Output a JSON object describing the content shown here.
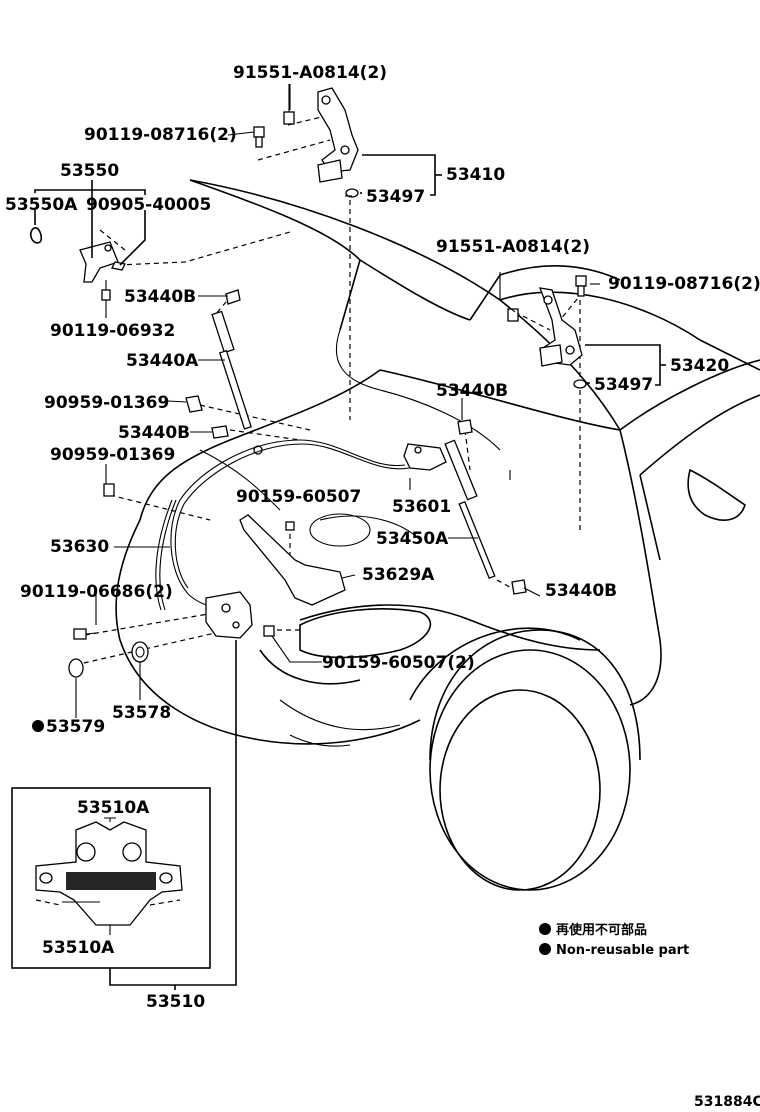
{
  "labels": {
    "l1": "91551-A0814(2)",
    "l2": "90119-08716(2)",
    "l3": "53410",
    "l4": "53497",
    "l5": "53550",
    "l6": "53550A",
    "l7": "90905-40005",
    "l8": "53440B",
    "l9": "90119-06932",
    "l10": "53440A",
    "l11": "91551-A0814(2)",
    "l12": "90119-08716(2)",
    "l13": "53420",
    "l14": "53497",
    "l15": "90959-01369",
    "l16": "53440B",
    "l17": "53440B",
    "l18": "90959-01369",
    "l19": "90159-60507",
    "l20": "53601",
    "l21": "53450A",
    "l22": "53630",
    "l23": "53629A",
    "l24": "90119-06686(2)",
    "l25": "53440B",
    "l26": "90159-60507(2)",
    "l27": "53578",
    "l28": "53579",
    "l29": "53510A",
    "l30": "53510A",
    "l31": "53510"
  },
  "legend": {
    "jp": "再使用不可部品",
    "en": "Non-reusable part"
  },
  "reference": "531884C"
}
